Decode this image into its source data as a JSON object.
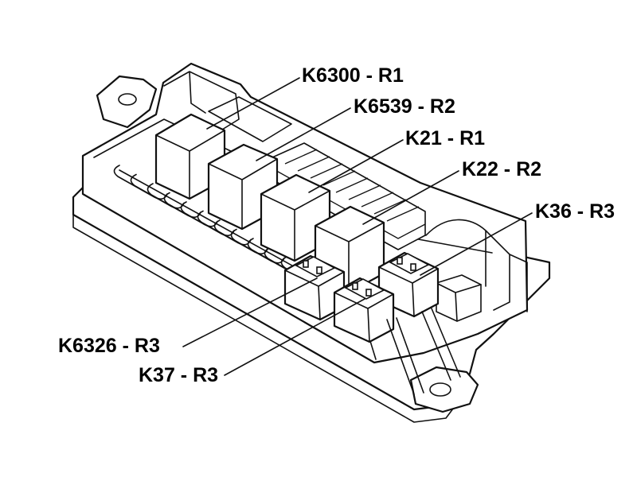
{
  "diagram": {
    "labels": [
      {
        "id": "k6300",
        "text": "K6300 - R1"
      },
      {
        "id": "k6539",
        "text": "K6539 - R2"
      },
      {
        "id": "k21",
        "text": "K21 - R1"
      },
      {
        "id": "k22",
        "text": "K22 - R2"
      },
      {
        "id": "k36",
        "text": "K36 - R3"
      },
      {
        "id": "k6326",
        "text": "K6326 - R3"
      },
      {
        "id": "k37",
        "text": "K37 - R3"
      }
    ]
  }
}
